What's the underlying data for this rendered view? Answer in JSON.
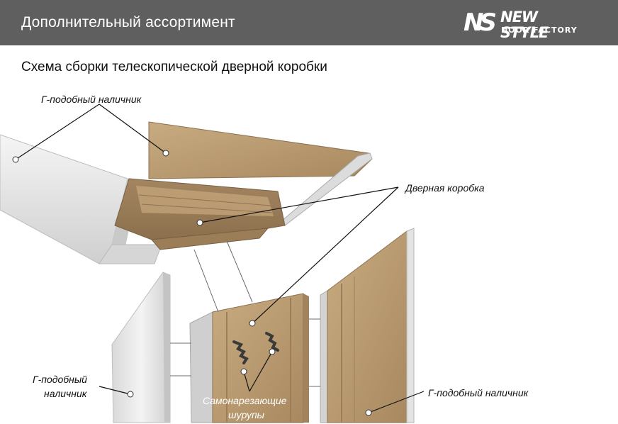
{
  "header": {
    "title": "Дополнительный ассортимент",
    "logo_mark": "NS",
    "logo_name": "NEW STYLE",
    "logo_sub": "DOOR FACTORY"
  },
  "subtitle": "Схема сборки телескопической дверной коробки",
  "labels": {
    "top_casing": "Г-подобный наличник",
    "door_frame": "Дверная коробка",
    "left_casing_line1": "Г-подобный",
    "left_casing_line2": "наличник",
    "screws_line1": "Самонарезающие",
    "screws_line2": "шурупы",
    "right_casing": "Г-подобный наличник"
  },
  "colors": {
    "header_bg": "#5f5f5f",
    "mdf": "#b89a72",
    "white_casing": "#e8e8e8"
  }
}
